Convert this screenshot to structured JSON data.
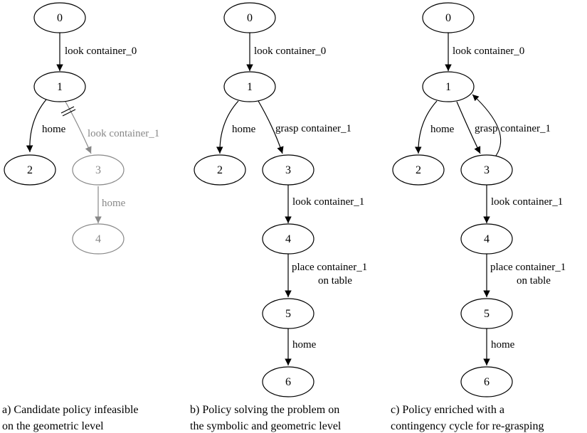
{
  "colors": {
    "active": "#000000",
    "infeasible": "#888888"
  },
  "panel_a": {
    "nodes": [
      "0",
      "1",
      "2",
      "3",
      "4"
    ],
    "edges": {
      "e01": "look container_0",
      "e12": "home",
      "e13": "look container_1",
      "e34": "home"
    },
    "caption_line1": "a) Candidate policy infeasible",
    "caption_line2": "on the geometric level"
  },
  "panel_b": {
    "nodes": [
      "0",
      "1",
      "2",
      "3",
      "4",
      "5",
      "6"
    ],
    "edges": {
      "e01": "look container_0",
      "e12": "home",
      "e13": "grasp container_1",
      "e34": "look container_1",
      "e45_line1": "place container_1",
      "e45_line2": "on table",
      "e56": "home"
    },
    "caption_line1": "b) Policy solving the problem on",
    "caption_line2": "the symbolic and geometric level"
  },
  "panel_c": {
    "nodes": [
      "0",
      "1",
      "2",
      "3",
      "4",
      "5",
      "6"
    ],
    "edges": {
      "e01": "look container_0",
      "e12": "home",
      "e13": "grasp container_1",
      "e34": "look container_1",
      "e45_line1": "place container_1",
      "e45_line2": "on table",
      "e56": "home"
    },
    "caption_line1": "c) Policy enriched with a",
    "caption_line2": "contingency cycle for re-grasping"
  }
}
